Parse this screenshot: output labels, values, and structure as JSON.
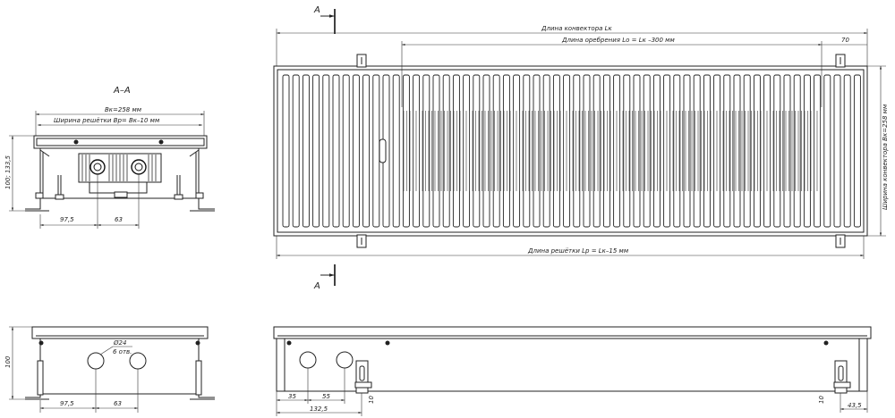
{
  "section": {
    "title": "А–А",
    "marker": "А"
  },
  "dims": {
    "convector_length": "Длина конвектора Lк",
    "fin_length": "Длина оребрения Lo = Lк –300 мм",
    "grille_length": "Длина решётки Lp = Lк–15 мм",
    "offset_70": "70",
    "convector_width_v": "Ширина конвектора Вк=258 мм",
    "bk": "Вк=258 мм",
    "grille_width": "Ширина решётки Вр= Вк–10 мм",
    "height_range": "100; 133,5",
    "d_97_5": "97,5",
    "d_63": "63",
    "d_100": "100",
    "hole_dia": "Ø24",
    "hole_count": "6 отв.",
    "d_35": "35",
    "d_55": "55",
    "d_132_5": "132,5",
    "d_10": "10",
    "d_43_5": "43,5"
  }
}
